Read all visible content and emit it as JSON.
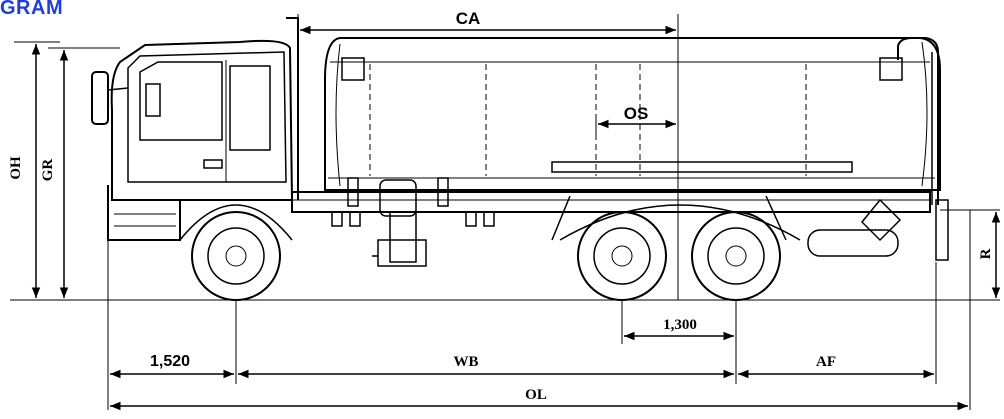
{
  "diagram": {
    "heading": "GRAM",
    "dimensions": {
      "ca": "CA",
      "os": "OS",
      "oh": "OH",
      "gr": "GR",
      "r": "R",
      "front_overhang": "1,520",
      "wb": "WB",
      "af": "AF",
      "ol": "OL",
      "axle_spacing": "1,300"
    }
  }
}
